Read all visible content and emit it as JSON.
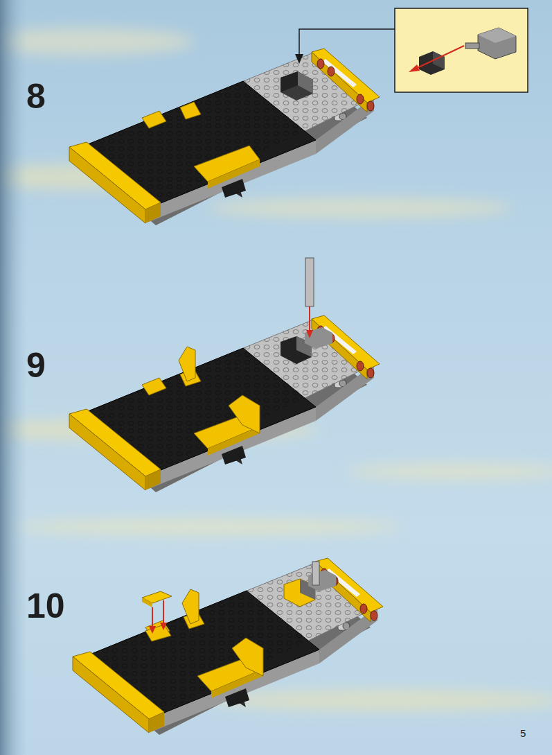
{
  "diagram": {
    "labels": [
      "8",
      "9",
      "10",
      "5"
    ]
  }
}
